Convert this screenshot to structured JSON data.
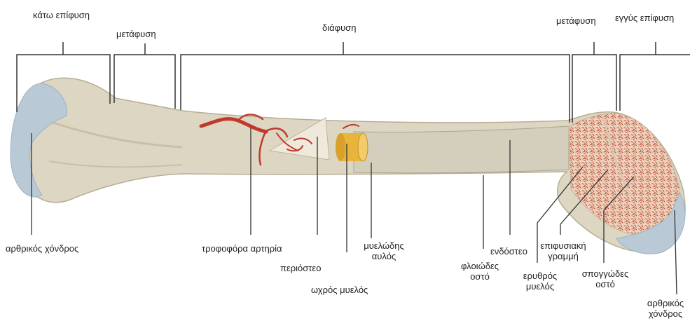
{
  "labels": {
    "distal_epiphysis": "κάτω επίφυση",
    "metaphysis_left": "μετάφυση",
    "diaphysis": "διάφυση",
    "metaphysis_right": "μετάφυση",
    "proximal_epiphysis": "εγγύς επίφυση",
    "articular_cartilage_left": "αρθρικός χόνδρος",
    "nutrient_artery": "τροφοφόρα αρτηρία",
    "periosteum": "περιόστεο",
    "yellow_marrow": "ωχρός μυελός",
    "medullary_cavity_line1": "μυελώδης",
    "medullary_cavity_line2": "αυλός",
    "compact_bone_line1": "φλοιώδες",
    "compact_bone_line2": "οστό",
    "endosteum": "ενδόστεο",
    "red_marrow_line1": "ερυθρός",
    "red_marrow_line2": "μυελός",
    "epiphyseal_line_line1": "επιφυσιακή",
    "epiphyseal_line_line2": "γραμμή",
    "spongy_bone_line1": "σπογγώδες",
    "spongy_bone_line2": "οστό",
    "articular_cartilage_right_line1": "αρθρικός",
    "articular_cartilage_right_line2": "χόνδρος"
  },
  "colors": {
    "bone": "#ddd6c2",
    "bone_shadow": "#c9c0a8",
    "cartilage": "#b9c9d6",
    "artery": "#c0392b",
    "yellow_marrow": "#e8b43a",
    "spongy_bone": "#e9ccb4",
    "spongy_dots": "#c0503a",
    "cavity": "#ccc8b4",
    "line": "#333333"
  }
}
